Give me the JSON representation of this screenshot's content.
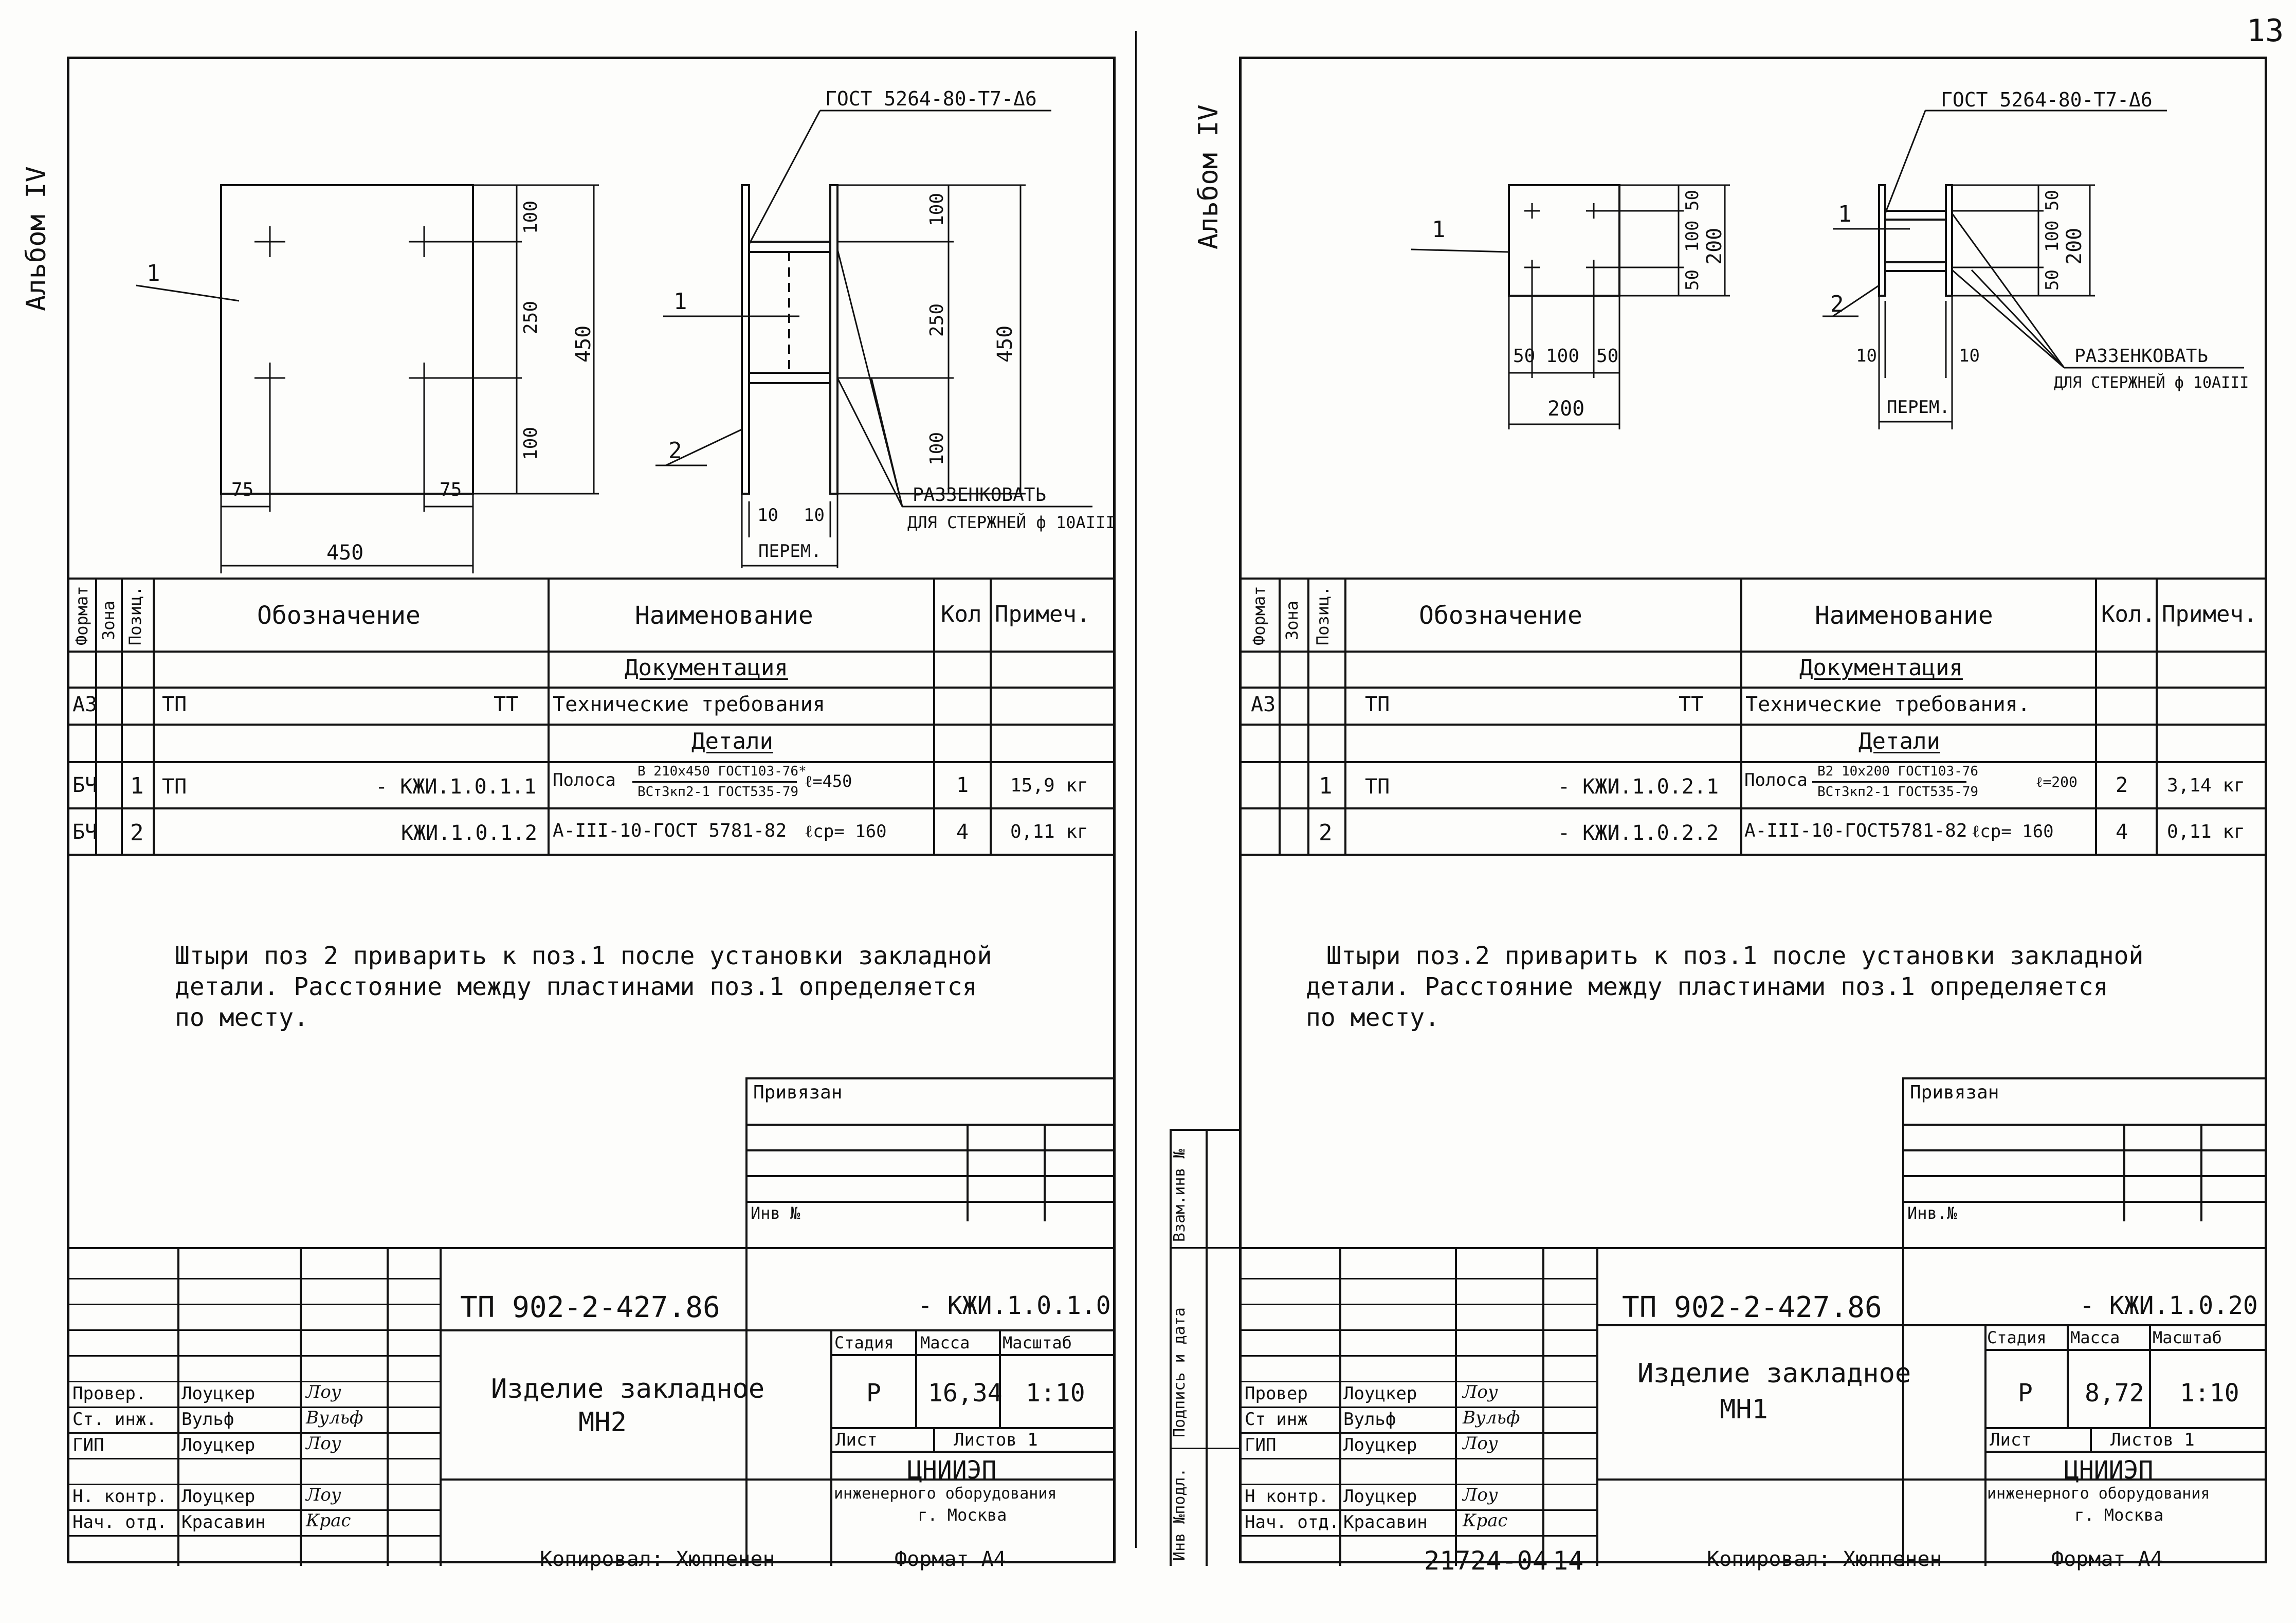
{
  "page_number": "13",
  "center_stamp": {
    "inventory": "21724-04",
    "page": "14"
  },
  "left": {
    "album": "Альбом IV",
    "drawing": {
      "gost": "ГОСТ 5264-80-Т7-Δ6",
      "pos1": "1",
      "pos2": "2",
      "dims": {
        "h_top": "100",
        "h_mid": "250",
        "h_bot": "100",
        "h_total": "450",
        "w_left": "75",
        "w_right": "75",
        "w_total": "450",
        "side_top": "100",
        "side_mid": "250",
        "side_bot": "100",
        "side_total": "450",
        "gap_left": "10",
        "gap_right": "10",
        "perem": "ПЕРЕМ."
      },
      "countersink": "РАЗЗЕНКОВАТЬ",
      "countersink_note": "ДЛЯ СТЕРЖНЕЙ ф 10АIII"
    },
    "spec": {
      "headers": {
        "format": "Формат",
        "zone": "Зона",
        "pos": "Позиц.",
        "designation": "Обозначение",
        "name": "Наименование",
        "qty": "Кол",
        "note": "Примеч."
      },
      "section_docs": "Документация",
      "row_docs": {
        "format": "А3",
        "designation": "ТП",
        "designation2": "ТТ",
        "name": "Технические требования"
      },
      "section_details": "Детали",
      "rows": [
        {
          "format": "БЧ",
          "pos": "1",
          "designation": "ТП",
          "code": "- КЖИ.1.0.1.1",
          "name": "Полоса",
          "frac_top": "В 210х450 ГОСТ103-76*",
          "frac_bot": "ВСт3кп2-1 ГОСТ535-79",
          "len": "ℓ=450",
          "qty": "1",
          "note": "15,9 кг"
        },
        {
          "format": "БЧ",
          "pos": "2",
          "designation": "",
          "code": "КЖИ.1.0.1.2",
          "name": "А-III-10-ГОСТ 5781-82",
          "frac_top": "",
          "frac_bot": "",
          "len": "ℓср= 160",
          "qty": "4",
          "note": "0,11 кг"
        }
      ]
    },
    "note_lines": [
      "Штыри поз 2 приварить к поз.1 после установки закладной",
      "детали. Расстояние между пластинами поз.1 определяется",
      "по месту."
    ],
    "privyazan": "Привязан",
    "inv_no": "Инв №",
    "title_block": {
      "doc_code": "ТП 902-2-427.86",
      "sheet_code": "- КЖИ.1.0.1.0",
      "title_line1": "Изделие закладное",
      "title_line2": "МН2",
      "stage_h": "Стадия",
      "mass_h": "Масса",
      "scale_h": "Масштаб",
      "stage": "Р",
      "mass": "16,34",
      "scale": "1:10",
      "sheet": "Лист",
      "sheets": "Листов 1",
      "org1": "ЦНИИЭП",
      "org2": "инженерного оборудования",
      "org3": "г. Москва",
      "roles": [
        {
          "role": "Провер.",
          "name": "Лоуцкер",
          "sign": "Лоу"
        },
        {
          "role": "Ст. инж.",
          "name": "Вульф",
          "sign": "Вульф"
        },
        {
          "role": "ГИП",
          "name": "Лоуцкер",
          "sign": "Лоу"
        },
        {
          "role": "Н. контр.",
          "name": "Лоуцкер",
          "sign": "Лоу"
        },
        {
          "role": "Нач. отд.",
          "name": "Красавин",
          "sign": "Крас"
        }
      ]
    },
    "copied": "Копировал: Хюппенен",
    "format": "Формат А4"
  },
  "right": {
    "album": "Альбом IV",
    "drawing": {
      "gost": "ГОСТ 5264-80-Т7-Δ6",
      "pos1": "1",
      "pos2": "2",
      "pos1b": "1",
      "dims": {
        "h_top": "50",
        "h_mid": "100",
        "h_bot": "50",
        "h_total": "200",
        "w_left": "50",
        "w_mid": "100",
        "w_right": "50",
        "w_total": "200",
        "side_top": "50",
        "side_mid": "100",
        "side_bot": "50",
        "side_total": "200",
        "gap_left": "10",
        "gap_right": "10",
        "perem": "ПЕРЕМ."
      },
      "countersink": "РАЗЗЕНКОВАТЬ",
      "countersink_note": "ДЛЯ СТЕРЖНЕЙ ф 10АIII"
    },
    "spec": {
      "headers": {
        "format": "Формат",
        "zone": "Зона",
        "pos": "Позиц.",
        "designation": "Обозначение",
        "name": "Наименование",
        "qty": "Кол.",
        "note": "Примеч."
      },
      "section_docs": "Документация",
      "row_docs": {
        "format": "А3",
        "designation": "ТП",
        "designation2": "ТТ",
        "name": "Технические требования."
      },
      "section_details": "Детали",
      "rows": [
        {
          "format": "",
          "pos": "1",
          "designation": "ТП",
          "code": "- КЖИ.1.0.2.1",
          "name": "Полоса",
          "frac_top": "В2 10х200 ГОСТ103-76",
          "frac_bot": "ВСт3кп2-1 ГОСТ535-79",
          "len": "ℓ=200",
          "qty": "2",
          "note": "3,14 кг"
        },
        {
          "format": "",
          "pos": "2",
          "designation": "",
          "code": "- КЖИ.1.0.2.2",
          "name": "А-III-10-ГОСТ5781-82",
          "frac_top": "",
          "frac_bot": "",
          "len": "ℓср= 160",
          "qty": "4",
          "note": "0,11 кг"
        }
      ]
    },
    "note_lines": [
      "Штыри поз.2 приварить к поз.1 после установки закладной",
      "детали. Расстояние между пластинами поз.1 определяется",
      "по месту."
    ],
    "privyazan": "Привязан",
    "inv_no": "Инв.№",
    "side_stamp": [
      "Инв №подл.",
      "Подпись и дата",
      "Взам.инв №"
    ],
    "title_block": {
      "doc_code": "ТП 902-2-427.86",
      "sheet_code": "- КЖИ.1.0.20",
      "title_line1": "Изделие закладное",
      "title_line2": "МН1",
      "stage_h": "Стадия",
      "mass_h": "Масса",
      "scale_h": "Масштаб",
      "stage": "Р",
      "mass": "8,72",
      "scale": "1:10",
      "sheet": "Лист",
      "sheets": "Листов 1",
      "org1": "ЦНИИЭП",
      "org2": "инженерного оборудования",
      "org3": "г. Москва",
      "roles": [
        {
          "role": "Провер",
          "name": "Лоуцкер",
          "sign": "Лоу"
        },
        {
          "role": "Ст инж",
          "name": "Вульф",
          "sign": "Вульф"
        },
        {
          "role": "ГИП",
          "name": "Лоуцкер",
          "sign": "Лоу"
        },
        {
          "role": "Н контр.",
          "name": "Лоуцкер",
          "sign": "Лоу"
        },
        {
          "role": "Нач. отд.",
          "name": "Красавин",
          "sign": "Крас"
        }
      ]
    },
    "copied": "Копировал: Хюппенен",
    "format": "Формат А4"
  }
}
